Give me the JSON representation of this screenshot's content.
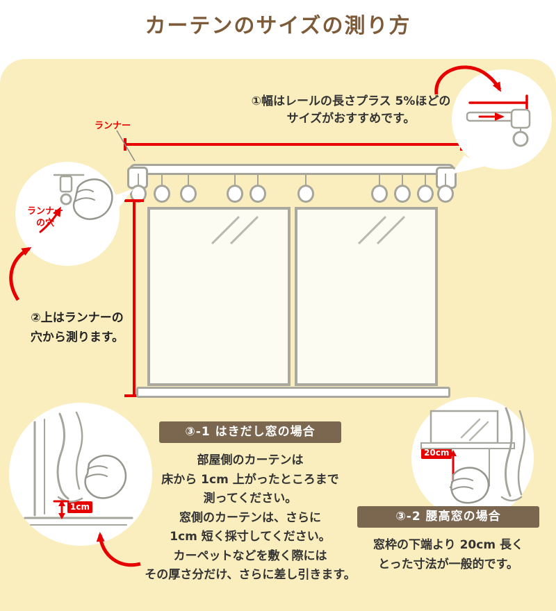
{
  "title": "カーテンのサイズの測り方",
  "step1": {
    "line1": "①幅はレールの長さプラス 5%ほどの",
    "line2": "サイズがおすすめです。"
  },
  "runner_label": "ランナー",
  "runner_hole": {
    "line1": "ランナー",
    "line2": "の穴"
  },
  "step2": {
    "line1": "②上はランナーの",
    "line2": "穴から測ります。"
  },
  "section31": {
    "title": "③-1 はきだし窓の場合",
    "lines": [
      "部屋側のカーテンは",
      "床から 1cm 上がったところまで",
      "測ってください。",
      "窓側のカーテンは、さらに",
      "1cm 短く採寸してください。",
      "カーペットなどを敷く際には",
      "その厚さ分だけ、さらに差し引きます。"
    ]
  },
  "section32": {
    "title": "③-2 腰高窓の場合",
    "lines": [
      "窓枠の下端より 20cm 長く",
      "とった寸法が一般的です。"
    ]
  },
  "measure_labels": {
    "one_cm": "1cm",
    "twenty_cm": "20cm"
  },
  "colors": {
    "accent_red": "#e60000",
    "banner_brown": "#7b6750",
    "panel_yellow": "#faeebe",
    "title_brown": "#7d5b39",
    "illustration_gray": "#a5a59c"
  }
}
